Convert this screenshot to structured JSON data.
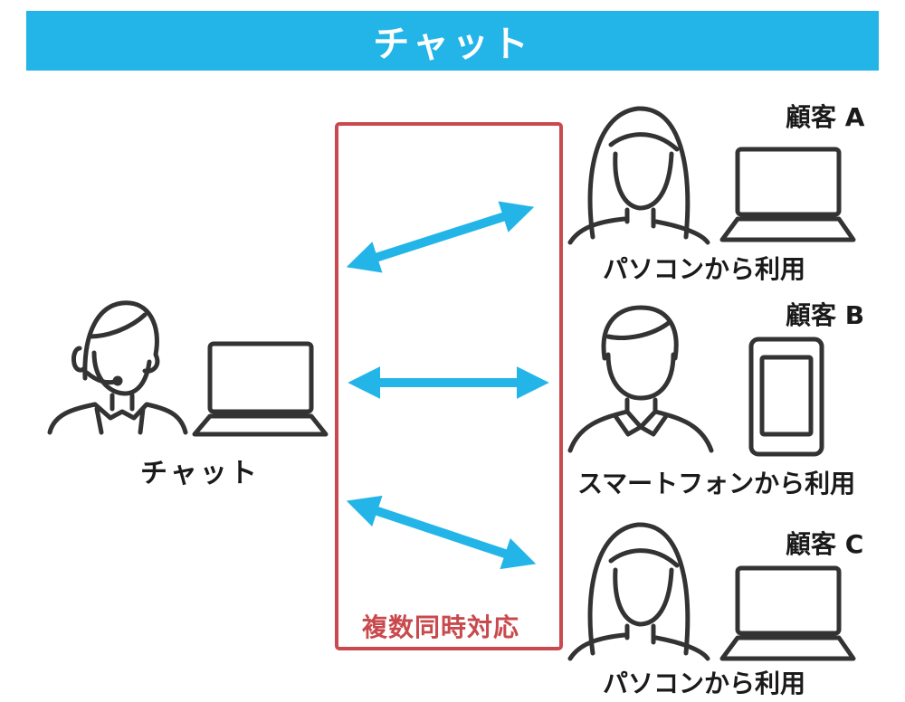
{
  "header": {
    "title": "チャット"
  },
  "agent": {
    "label": "チャット"
  },
  "box": {
    "caption": "複数同時対応"
  },
  "customers": [
    {
      "name": "顧客 A",
      "device": "パソコンから利用"
    },
    {
      "name": "顧客 B",
      "device": "スマートフォンから利用"
    },
    {
      "name": "顧客 C",
      "device": "パソコンから利用"
    }
  ],
  "colors": {
    "banner": "#23b5e8",
    "arrow": "#23b5e8",
    "box_border": "#c94a4e",
    "line_art": "#333333"
  },
  "icons": [
    "operator-headset-icon",
    "laptop-icon",
    "woman-icon",
    "man-icon",
    "smartphone-icon",
    "double-arrow-icon"
  ]
}
